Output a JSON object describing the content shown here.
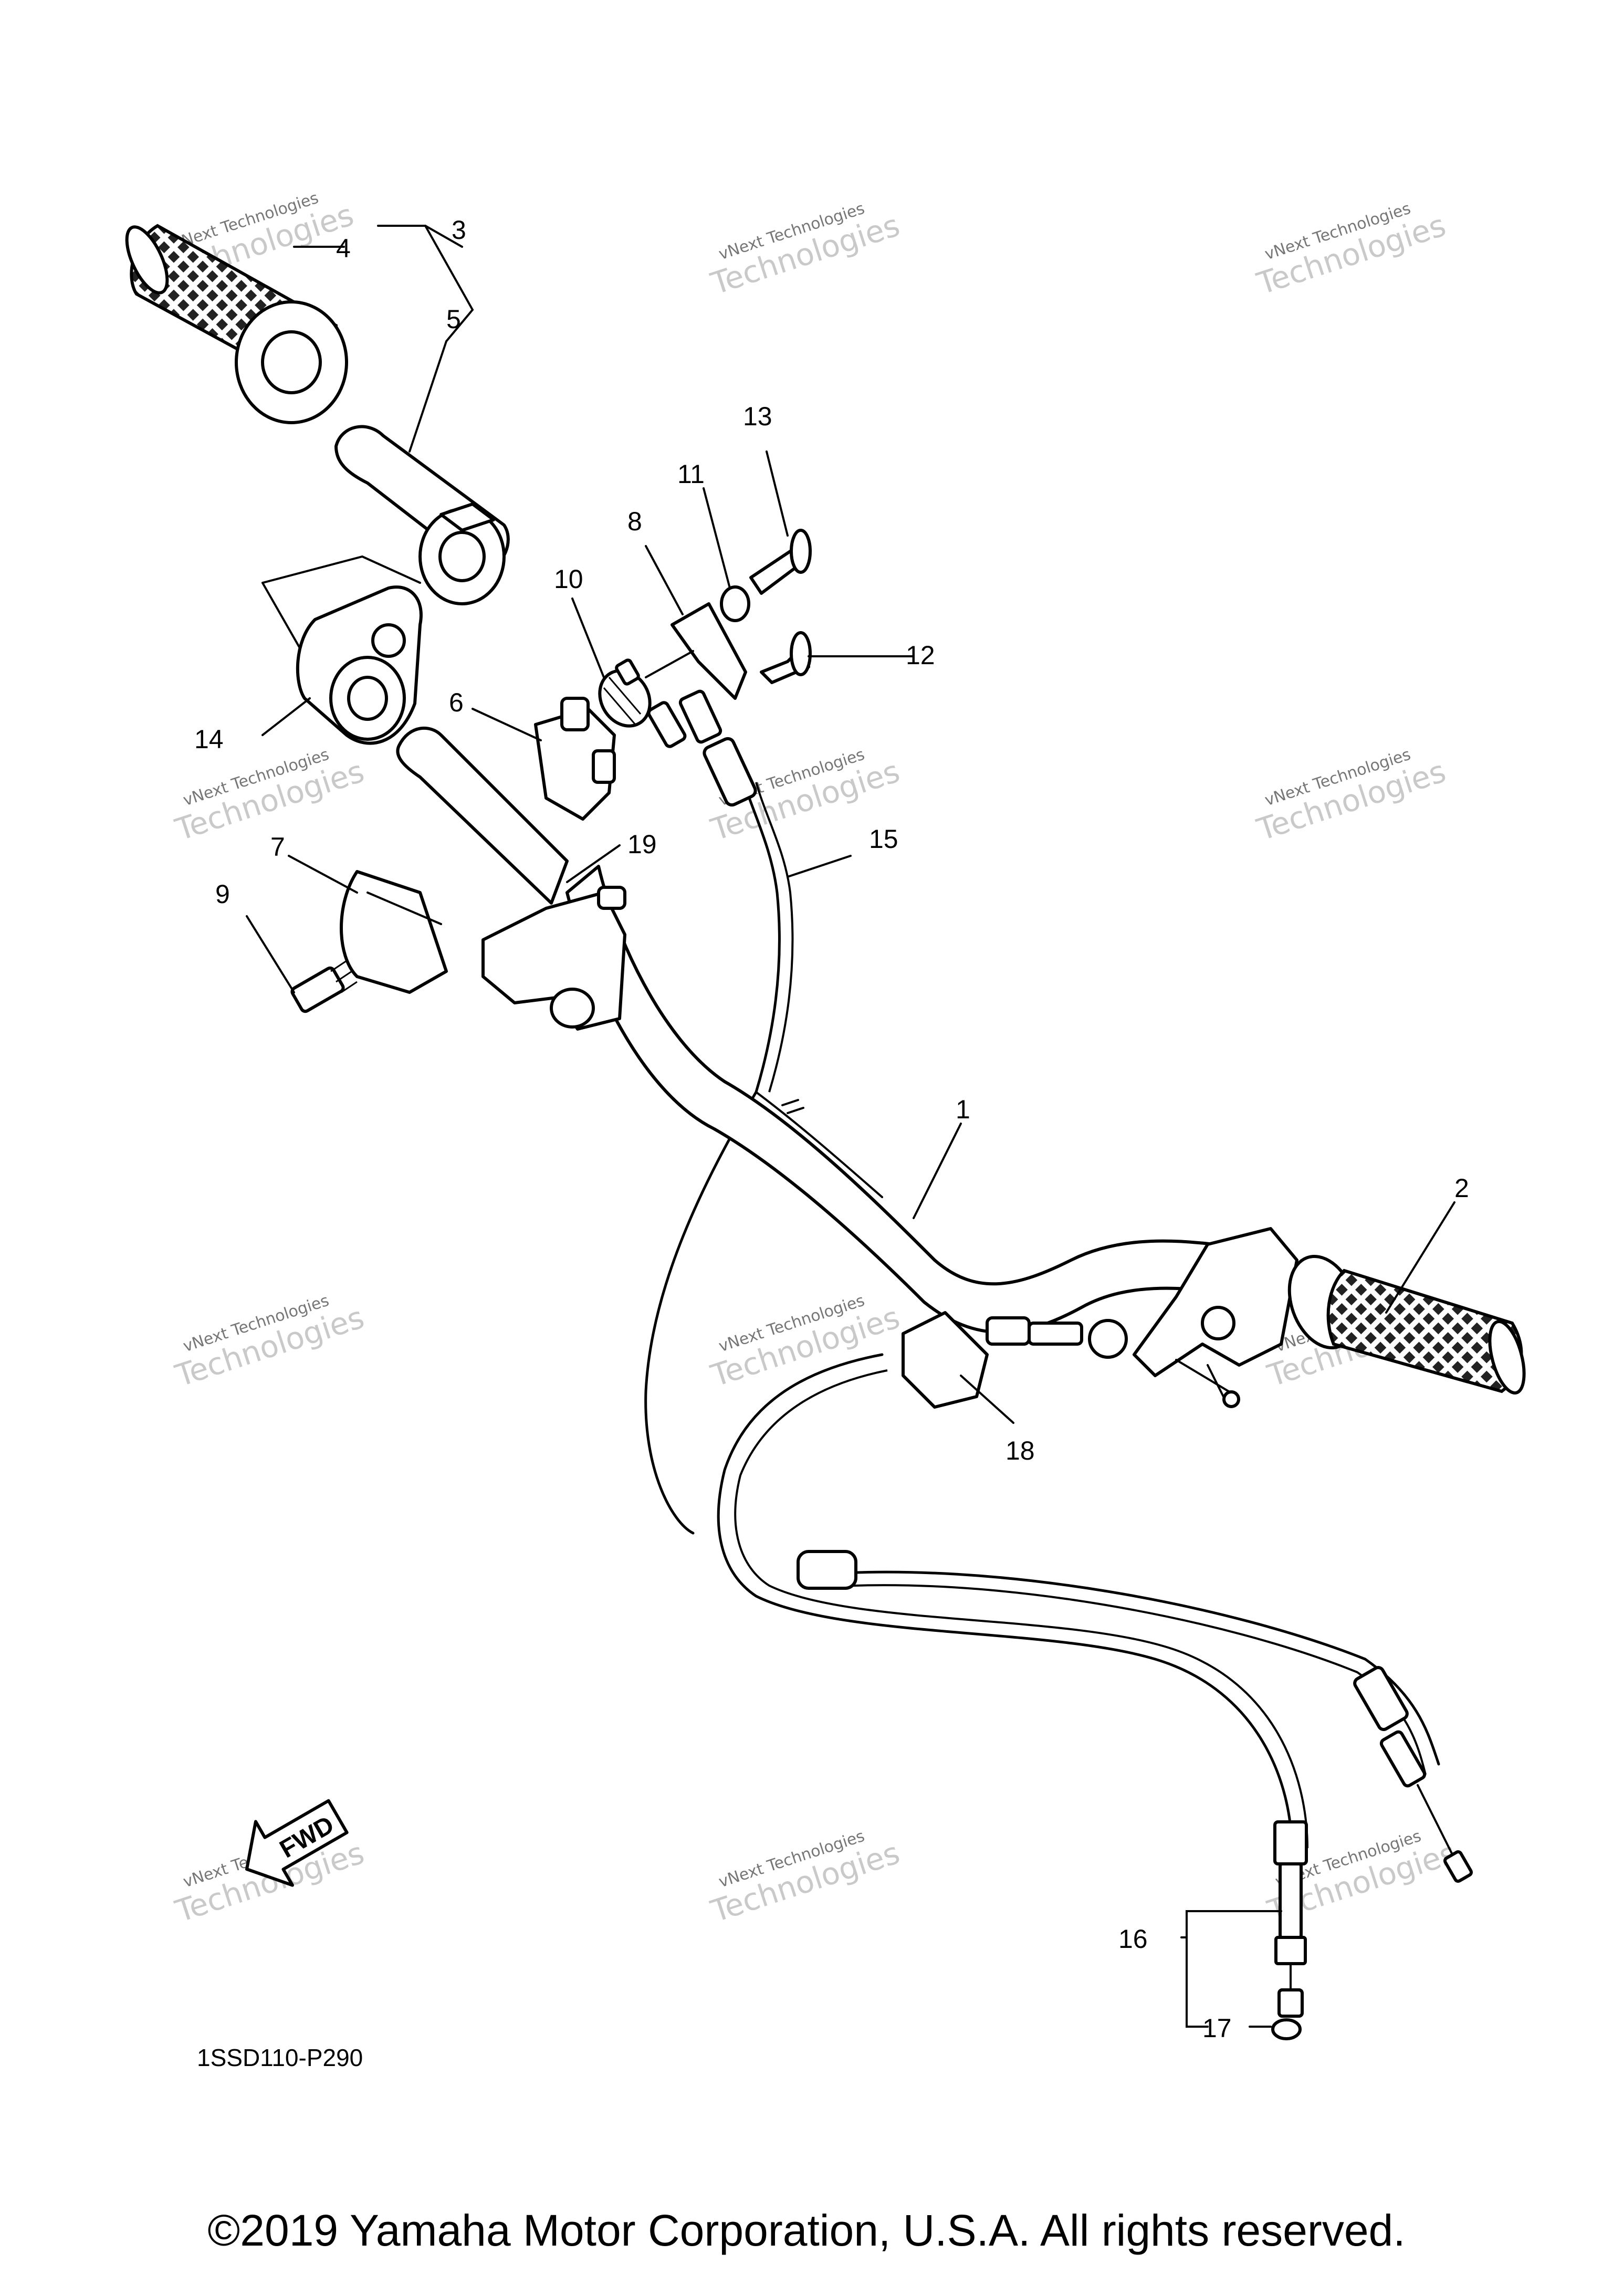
{
  "diagram_code": "1SSD110-P290",
  "fwd_label": "FWD",
  "copyright": "©2019 Yamaha Motor Corporation, U.S.A. All rights reserved.",
  "watermark": {
    "line1": "vNext Technologies",
    "line2": "Technologies"
  },
  "callouts": [
    "1",
    "2",
    "3",
    "4",
    "5",
    "6",
    "7",
    "8",
    "9",
    "10",
    "11",
    "12",
    "13",
    "14",
    "15",
    "16",
    "17",
    "18",
    "19"
  ]
}
